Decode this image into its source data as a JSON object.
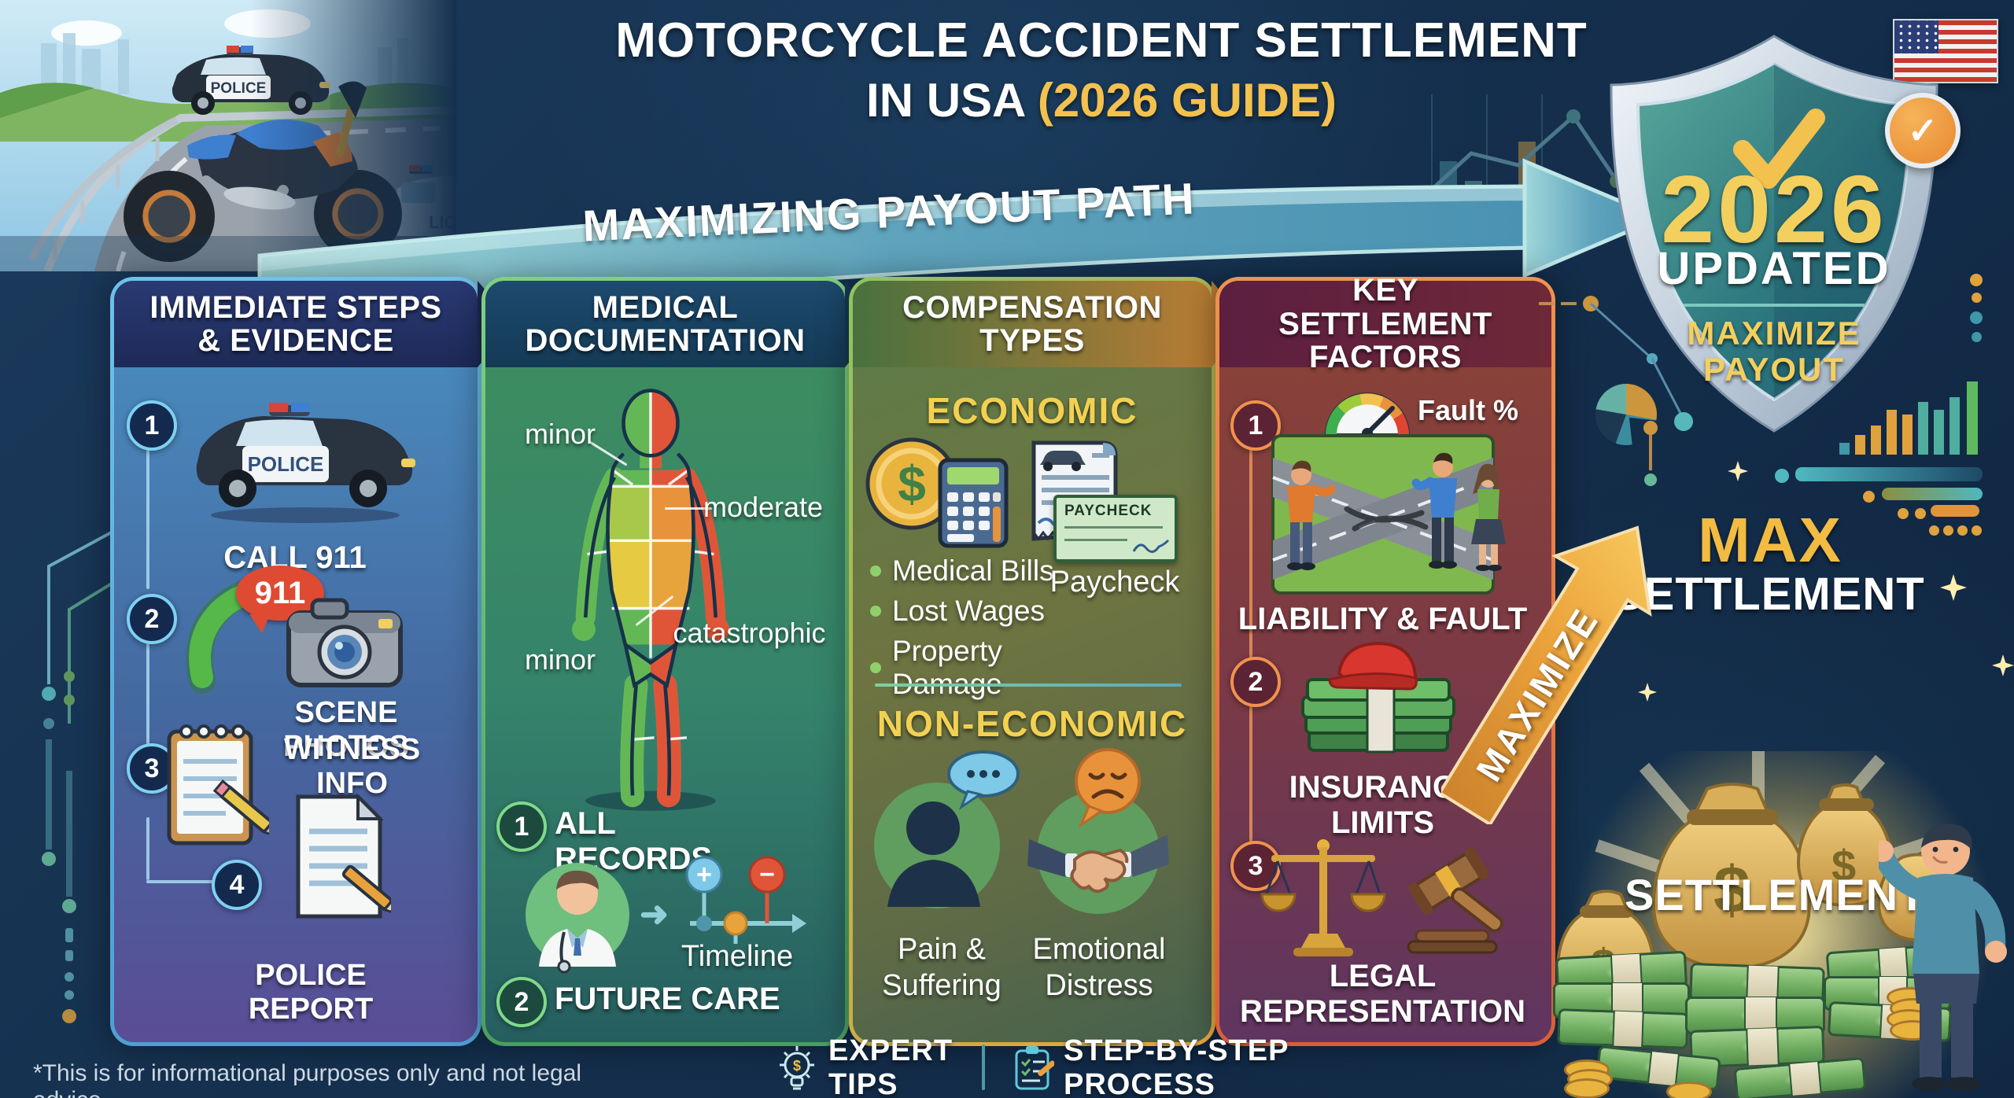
{
  "icons": {
    "check": "✓",
    "plus": "+",
    "minus": "−",
    "arrow_right": "➜",
    "dollar": "$"
  },
  "title": {
    "line1": "MOTORCYCLE ACCIDENT SETTLEMENT",
    "line2_prefix": "IN USA",
    "line2_highlight": "(2026 GUIDE)"
  },
  "banner": {
    "label": "MAXIMIZING PAYOUT PATH"
  },
  "scene": {
    "police_car_label": "POLICE",
    "partial_car_label": "LICE"
  },
  "columns": {
    "immediate": {
      "header": "IMMEDIATE STEPS & EVIDENCE",
      "car_label": "POLICE",
      "steps": [
        {
          "num": "1",
          "label": "CALL 911"
        },
        {
          "num": "2",
          "label": "SCENE PHOTOS",
          "badge": "911"
        },
        {
          "num": "3",
          "label": "WITNESS INFO"
        },
        {
          "num": "4",
          "label": "POLICE REPORT"
        }
      ]
    },
    "medical": {
      "header": "MEDICAL DOCUMENTATION",
      "severity": {
        "upper_left": "minor",
        "right": "moderate",
        "lower_left": "minor",
        "lower_right": "catastrophic"
      },
      "steps": [
        {
          "num": "1",
          "label": "ALL RECORDS"
        },
        {
          "num": "2",
          "label": "FUTURE CARE"
        }
      ],
      "timeline_label": "Timeline"
    },
    "compensation": {
      "header": "COMPENSATION TYPES",
      "economic": {
        "heading": "ECONOMIC",
        "bullets": [
          "Medical Bills",
          "Lost Wages",
          "Property Damage"
        ],
        "paycheck_caption": "Paycheck",
        "check_text": "PAYCHECK"
      },
      "non_economic": {
        "heading": "NON-ECONOMIC",
        "items": [
          "Pain & Suffering",
          "Emotional Distress"
        ]
      }
    },
    "factors": {
      "header": "KEY SETTLEMENT FACTORS",
      "gauge_label": "Fault %",
      "steps": [
        {
          "num": "1",
          "label": "LIABILITY & FAULT"
        },
        {
          "num": "2",
          "label": "INSURANCE LIMITS"
        },
        {
          "num": "3",
          "label": "LEGAL REPRESENTATION"
        }
      ]
    }
  },
  "shield": {
    "year": "2026",
    "status": "UPDATED",
    "tagline_line1": "MAXIMIZE",
    "tagline_line2": "PAYOUT"
  },
  "right_panel": {
    "headline_line1": "MAX",
    "headline_line2": "SETTLEMENT",
    "money_caption": "SETTLEMENT",
    "arrow_label": "MAXIMIZE"
  },
  "footer": {
    "disclaimer": "*This is for informational purposes only and not legal advice.",
    "expert_tips_label": "EXPERT TIPS",
    "process_label": "STEP-BY-STEP PROCESS"
  },
  "colors": {
    "background": "#14304d",
    "accent_gold": "#f2c14e",
    "banner_teal": "#7fc3cc",
    "col_immediate_border": "#5cb2e4",
    "col_medical_border": "#5fbe68",
    "col_compensation_border": "#e3a33e",
    "col_factors_border": "#e46f3c",
    "economic_heading": "#f2d152",
    "shield_interior": "#2f7a7d"
  }
}
